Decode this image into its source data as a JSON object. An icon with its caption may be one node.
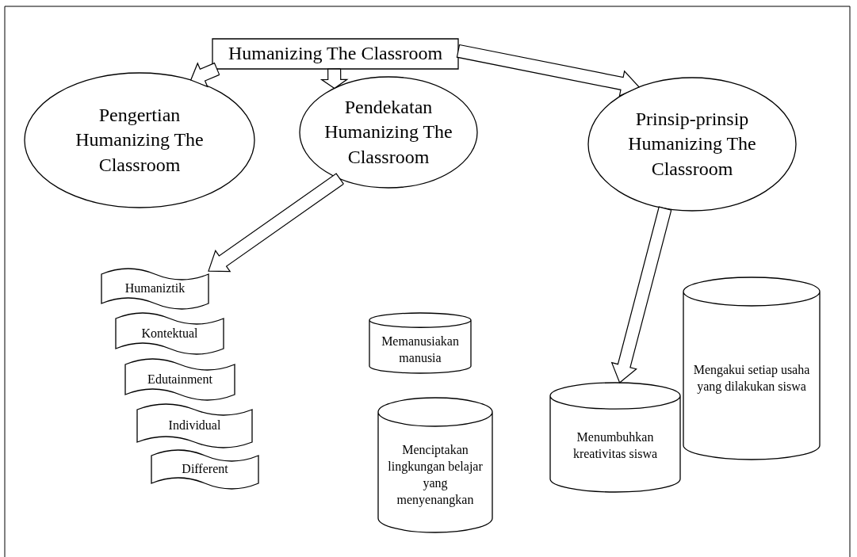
{
  "diagram": {
    "nodes": [
      {
        "text": [
          "Humanizing The Classroom"
        ]
      },
      {
        "text": [
          "Pengertian Humanizing The Classroom"
        ]
      },
      {
        "text": [
          "Pendekatan Humanizing The Classroom"
        ]
      },
      {
        "text": [
          "Prinsip-prinsip Humanizing The Classroom"
        ]
      },
      {
        "text": [
          "Humaniztik"
        ]
      },
      {
        "text": [
          "Kontektual"
        ]
      },
      {
        "text": [
          "Edutainment"
        ]
      },
      {
        "text": [
          "Individual"
        ]
      },
      {
        "text": [
          "Different"
        ]
      },
      {
        "text": [
          "Memanusiakan manusia"
        ]
      },
      {
        "text": [
          "Menciptakan lingkungan belajar yang menyenangkan"
        ]
      },
      {
        "text": [
          "Menumbuhkan kreativitas siswa"
        ]
      },
      {
        "text": [
          "Mengakui setiap usaha yang dilakukan siswa"
        ]
      }
    ],
    "edges": [
      {
        "from": 0,
        "to": 1,
        "arrow": "to"
      },
      {
        "from": 0,
        "to": 2,
        "arrow": "to"
      },
      {
        "from": 0,
        "to": 3,
        "arrow": "to"
      },
      {
        "from": 2,
        "to": 4,
        "arrow": "to"
      },
      {
        "from": 3,
        "to": 11,
        "arrow": "to"
      }
    ]
  }
}
